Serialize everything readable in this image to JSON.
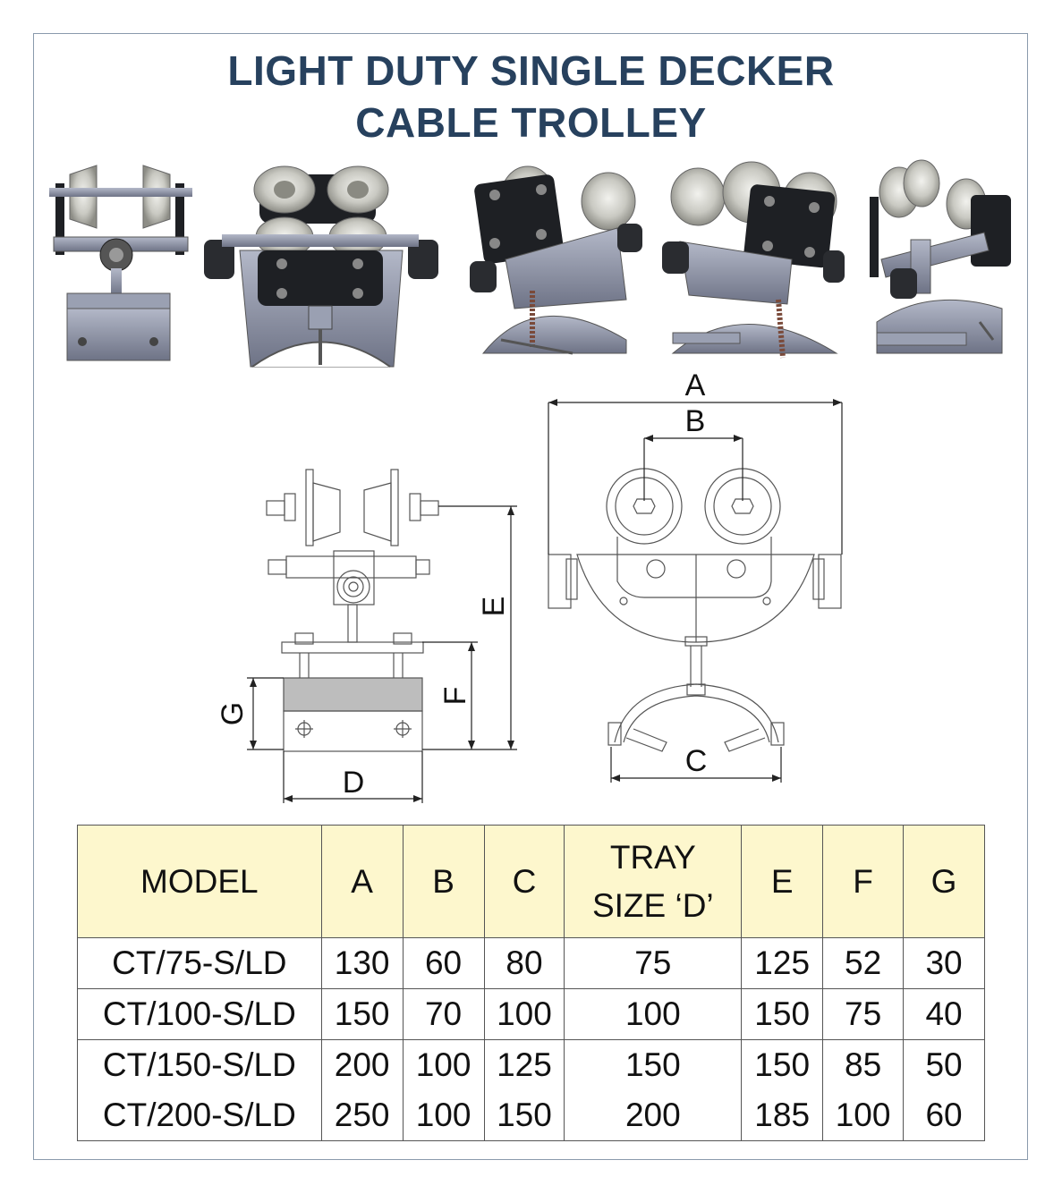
{
  "title": {
    "line1": "LIGHT DUTY SINGLE DECKER",
    "line2": "CABLE TROLLEY"
  },
  "dimension_labels": {
    "A": "A",
    "B": "B",
    "C": "C",
    "D": "D",
    "E": "E",
    "F": "F",
    "G": "G"
  },
  "table": {
    "headers": [
      "MODEL",
      "A",
      "B",
      "C",
      "TRAY SIZE ‘D’",
      "E",
      "F",
      "G"
    ],
    "header_tray_line1": "TRAY",
    "header_tray_line2": "SIZE ‘D’",
    "rows": [
      [
        "CT/75-S/LD",
        "130",
        "60",
        "80",
        "75",
        "125",
        "52",
        "30"
      ],
      [
        "CT/100-S/LD",
        "150",
        "70",
        "100",
        "100",
        "150",
        "75",
        "40"
      ],
      [
        "CT/150-S/LD",
        "200",
        "100",
        "125",
        "150",
        "150",
        "85",
        "50"
      ],
      [
        "CT/200-S/LD",
        "250",
        "100",
        "150",
        "200",
        "185",
        "100",
        "60"
      ]
    ]
  },
  "colors": {
    "title": "#27415e",
    "header_bg": "#fdf7cd",
    "frame": "#8a9aac",
    "steel": "#8e94a8",
    "plate": "#1e2024"
  }
}
